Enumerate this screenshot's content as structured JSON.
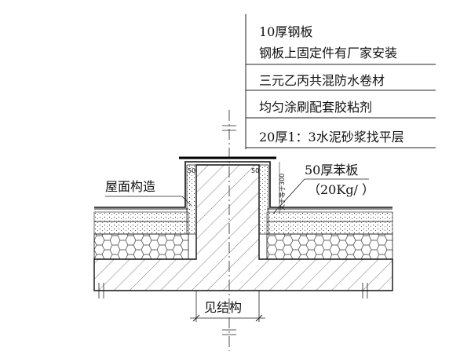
{
  "callout_right": {
    "lines": [
      "10厚钢板",
      "钢板上固定件有厂家安装",
      "三元乙丙共混防水卷材",
      "均匀涂刷配套胶粘剂",
      "20厚1：3水泥砂浆找平层"
    ]
  },
  "labels": {
    "roof_construction": "屋面构造",
    "board_thickness": "50厚苯板",
    "board_density": "（20Kg/  ）",
    "see_structure": "见结构",
    "upturn_height": "大于等于300",
    "dim_left": "50",
    "dim_right": "50"
  }
}
